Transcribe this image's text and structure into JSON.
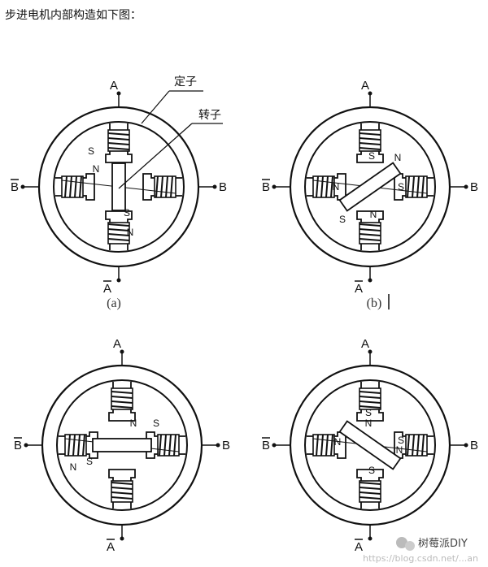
{
  "heading": "步进电机内部构造如下图：",
  "labels": {
    "stator": "定子",
    "rotor": "转子",
    "pole_a": "A",
    "pole_a_bar": "A",
    "pole_b": "B",
    "pole_b_bar": "B",
    "n": "N",
    "s": "S"
  },
  "captions": [
    "(a)",
    "(b)"
  ],
  "watermark": {
    "brand": "树莓派DIY",
    "url": "https://blog.csdn.net/...an"
  },
  "colors": {
    "line": "#111111",
    "background": "#ffffff"
  }
}
